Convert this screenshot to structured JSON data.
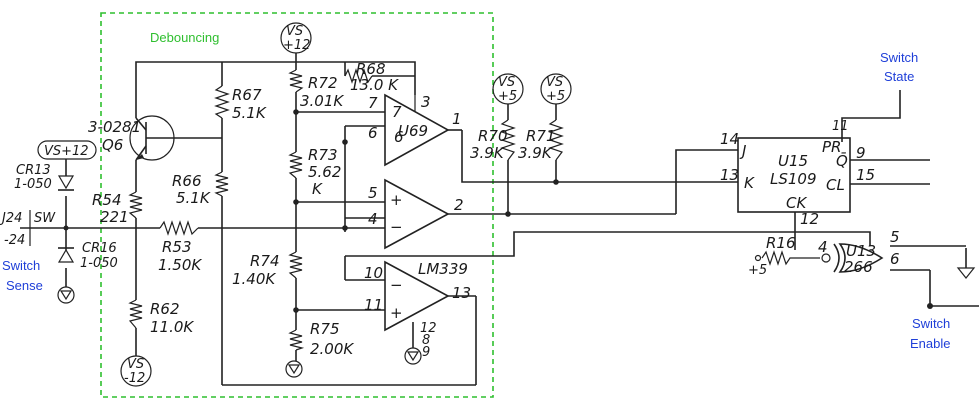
{
  "annotations": {
    "debouncing": "Debouncing",
    "switch_state": [
      "Switch",
      "State"
    ],
    "switch_sense": [
      "Switch",
      "Sense"
    ],
    "switch_enable": [
      "Switch",
      "Enable"
    ]
  },
  "colors": {
    "annotation_blue": "#1f3fd8",
    "debounce_box_green": "#2fbf2f",
    "ink": "#222222"
  },
  "power": {
    "vs_top": [
      "VS",
      "+12"
    ],
    "vs_left": "VS+12",
    "vs_bottom": [
      "VS",
      "-12"
    ],
    "vs_p5_a": [
      "VS",
      "+5"
    ],
    "vs_p5_b": [
      "VS",
      "+5"
    ]
  },
  "transistor": {
    "part": "3-0281",
    "ref": "Q6"
  },
  "diodes": {
    "cr13": [
      "CR13",
      "1-050"
    ],
    "cr16": [
      "CR16",
      "1-050"
    ]
  },
  "connector": {
    "label": "J24",
    "sw": "SW",
    "pin": "-24"
  },
  "resistors": {
    "r67": [
      "R67",
      "5.1K"
    ],
    "r66": [
      "R66",
      "5.1K"
    ],
    "r54": [
      "R54",
      "221"
    ],
    "r53": [
      "R53",
      "1.50K"
    ],
    "r62": [
      "R62",
      "11.0K"
    ],
    "r72": [
      "R72",
      "3.01K"
    ],
    "r68": [
      "R68",
      "13.0 K"
    ],
    "r73": [
      "R73",
      "5.62",
      "K"
    ],
    "r74": [
      "R74",
      "1.40K"
    ],
    "r75": [
      "R75",
      "2.00K"
    ],
    "r70": [
      "R70",
      "3.9K"
    ],
    "r71": [
      "R71",
      "3.9K"
    ],
    "r16": [
      "R16",
      "+5"
    ]
  },
  "comparators": {
    "u69_label": "U69",
    "chip": "LM339",
    "pins": {
      "top_plus": "7",
      "top_minus": "6",
      "top_vcc": "3",
      "top_out": "1",
      "mid_plus": "5",
      "mid_minus": "4",
      "mid_out": "2",
      "bot_minus": "10",
      "bot_plus": "11",
      "bot_out": "13",
      "gnd_pins": [
        "12",
        "8",
        "9"
      ]
    }
  },
  "flipflop": {
    "ref": "U15",
    "type": "LS109",
    "pins": {
      "j": "J",
      "j_num": "14",
      "k": "K",
      "k_num": "13",
      "pr": "PR",
      "pr_num": "11",
      "qbar": "Q̄",
      "qbar_num": "9",
      "cl": "CL",
      "cl_num": "15",
      "ck": "CK",
      "ck_num": "12"
    }
  },
  "xor_gate": {
    "ref": "U13",
    "type": "266",
    "pins": {
      "out": "4",
      "in_a": "5",
      "in_b": "6"
    }
  }
}
